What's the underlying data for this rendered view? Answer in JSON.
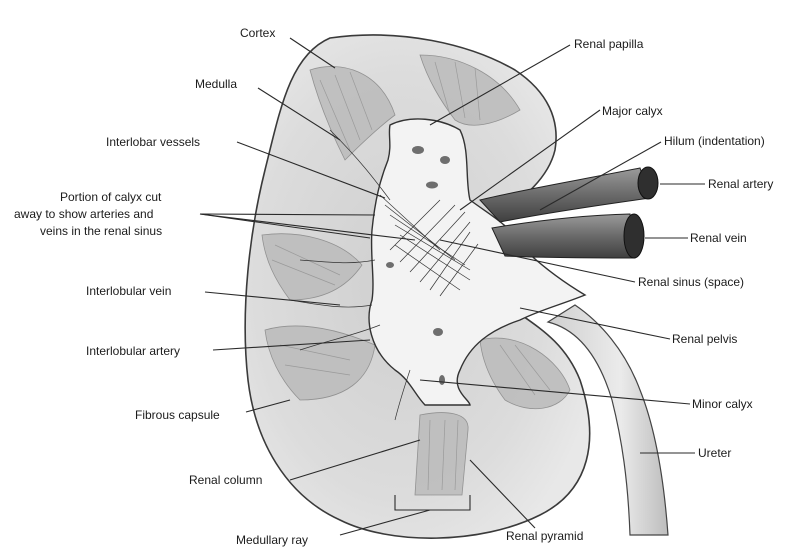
{
  "diagram": {
    "labels": {
      "cortex": "Cortex",
      "medulla": "Medulla",
      "interlobar_vessels": "Interlobar vessels",
      "calyx_cut_1": "Portion of calyx cut",
      "calyx_cut_2": "away to show arteries and",
      "calyx_cut_3": "veins in the renal sinus",
      "interlobular_vein": "Interlobular vein",
      "interlobular_artery": "Interlobular artery",
      "fibrous_capsule": "Fibrous capsule",
      "renal_column": "Renal column",
      "medullary_ray": "Medullary ray",
      "renal_papilla": "Renal papilla",
      "major_calyx": "Major calyx",
      "hilum": "Hilum (indentation)",
      "renal_artery": "Renal artery",
      "renal_vein": "Renal vein",
      "renal_sinus": "Renal sinus (space)",
      "renal_pelvis": "Renal pelvis",
      "minor_calyx": "Minor calyx",
      "ureter": "Ureter",
      "renal_pyramid": "Renal pyramid"
    }
  },
  "colors": {
    "tissue": "#d9d9d9",
    "tissue_dark": "#a8a8a8",
    "line": "#2a2a2a",
    "calyx": "#f2f2f2"
  }
}
